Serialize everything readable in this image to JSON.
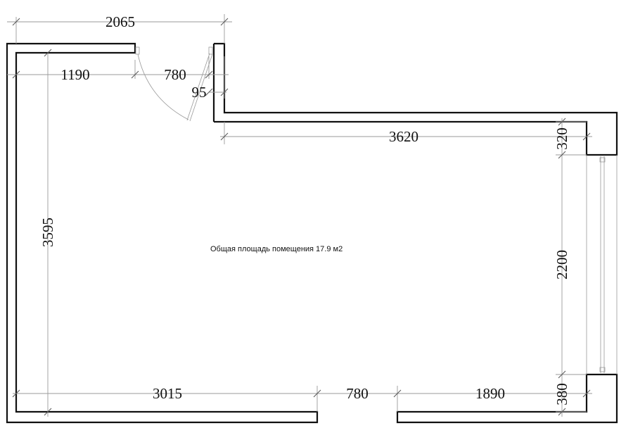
{
  "dimensions": {
    "top_total": "2065",
    "top_left": "1190",
    "door_top": "780",
    "jamb": "95",
    "inner_top": "3620",
    "right_top": "320",
    "window": "2200",
    "right_bottom": "380",
    "left_height": "3595",
    "bottom_left": "3015",
    "door_bottom": "780",
    "bottom_right": "1890"
  },
  "area_label": "Общая площадь помещения 17.9 м2"
}
